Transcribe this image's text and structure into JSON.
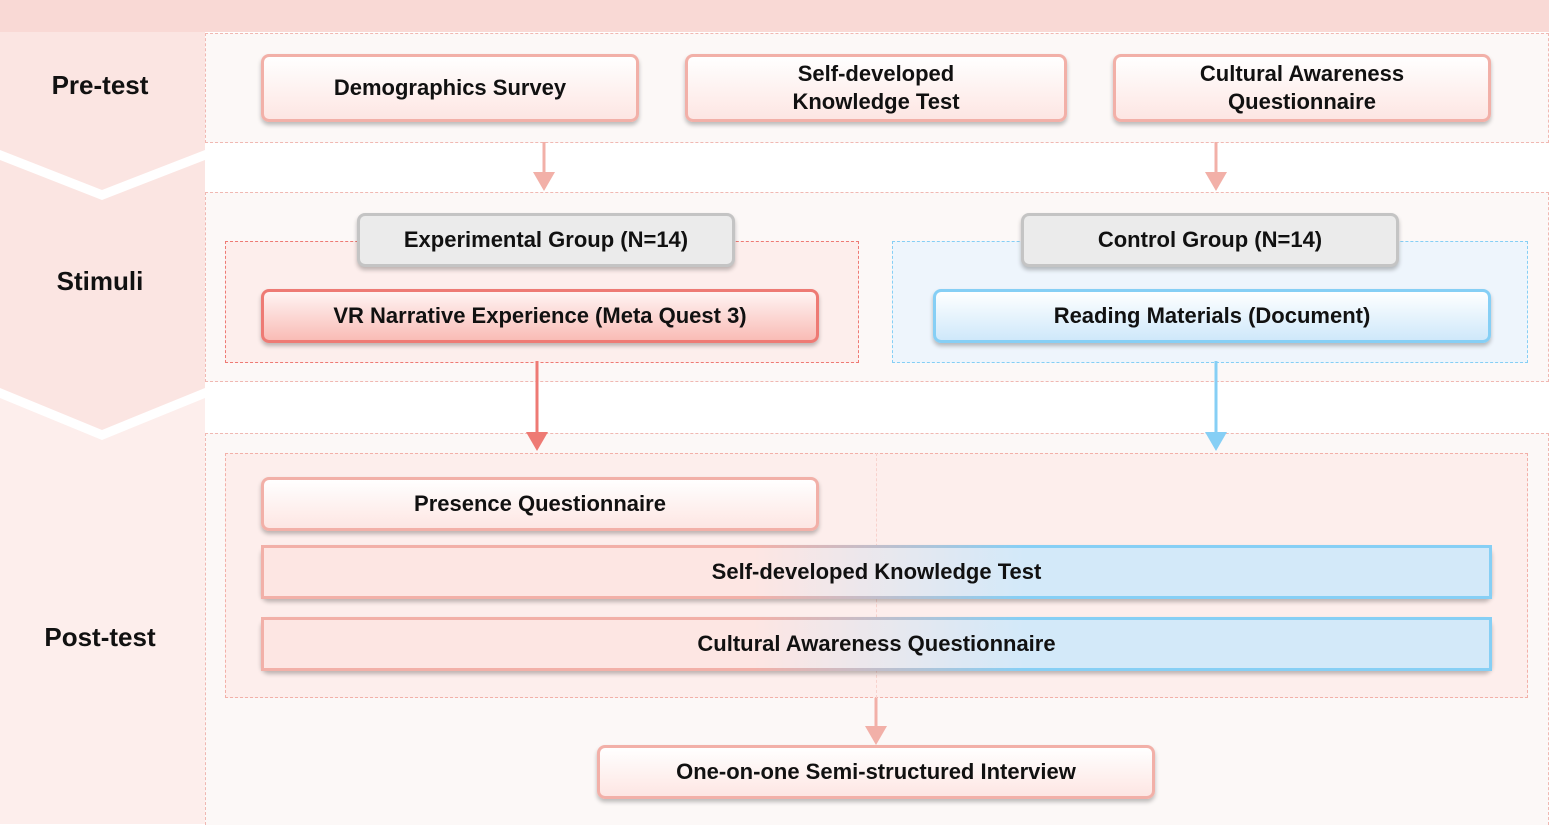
{
  "phases": {
    "pretest": "Pre-test",
    "stimuli": "Stimuli",
    "posttest": "Post-test"
  },
  "pretest_boxes": {
    "demographics": "Demographics Survey",
    "knowledge_line1": "Self-developed",
    "knowledge_line2": "Knowledge Test",
    "cultural_line1": "Cultural Awareness",
    "cultural_line2": "Questionnaire"
  },
  "stimuli": {
    "experimental_group": "Experimental Group (N=14)",
    "experimental_condition": "VR Narrative Experience (Meta Quest 3)",
    "control_group": "Control Group (N=14)",
    "control_condition": "Reading Materials (Document)"
  },
  "posttest_boxes": {
    "presence": "Presence Questionnaire",
    "knowledge": "Self-developed Knowledge Test",
    "cultural": "Cultural Awareness Questionnaire",
    "interview": "One-on-one Semi-structured Interview"
  },
  "colors": {
    "pink_border": "#f2b0a8",
    "red_accent": "#ee7a74",
    "blue_accent": "#86cff5",
    "grey_box": "#ebebeb"
  }
}
